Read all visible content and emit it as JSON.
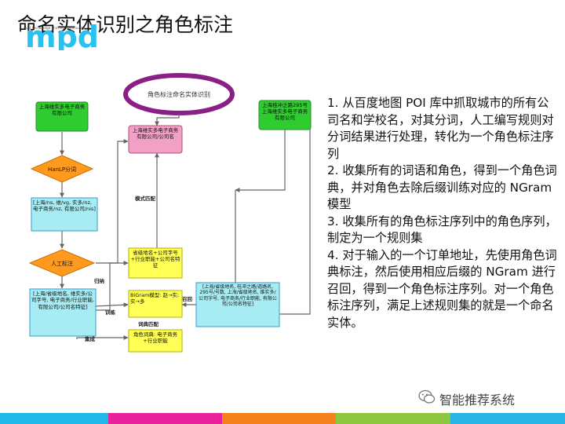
{
  "slide": {
    "title": "命名实体识别之角色标注",
    "logo_text": "mpd",
    "logo_tagline": "mpd knowledge sharing community"
  },
  "diagram": {
    "ellipse_label": "角色标注命名实体识别",
    "box_left_top": "上海维实多电子商务有限公司",
    "decision_1": "HanLP分词",
    "box_tokens": "[上海/ns, 维/vg, 实多/nz, 电子商务/nz, 有限公司/nis]",
    "decision_2": "人工标注",
    "box_roles_left": "[上海/省级地名, 维实多/公司字号, 电子商务/行业职能, 有限公司/公司名特征]",
    "box_mid_top": "上海维实多电子商务有限公司/公司名",
    "box_rule": "省级地名+公司字号+行业职能+公司名特征",
    "box_bigram": "BiGram模型: 赵→实; 实→多",
    "box_dict": "角色词典: 电子商务+行业职能",
    "box_right_top": "上海桂冲之路295号上海维实多电子商务有限公司",
    "box_right_roles": "[上海/省级地名, 桂冲之路/道路名, 295号/号数, 上海/省级地名, 维实多/公司字号, 电子商务/行业职能, 有限公司/公司名特征]",
    "edge_mode_match": "模式匹配",
    "edge_merge": "归纳",
    "edge_train": "训练",
    "edge_recall": "召回",
    "edge_dict_match": "词典匹配",
    "edge_collect": "集成"
  },
  "steps": [
    "1. 从百度地图 POI 库中抓取城市的所有公司名和学校名，对其分词，人工编写规则对分词结果进行处理，转化为一个角色标注序列",
    "2. 收集所有的词语和角色，得到一个角色词典，并对角色去除后缀训练对应的 NGram 模型",
    "3. 收集所有的角色标注序列中的角色序列，制定为一个规则集",
    "4. 对于输入的一个订单地址，先使用角色词典标注，然后使用相应后缀的 NGram 进行召回，得到一个角色标注序列。对一个角色标注序列，满足上述规则集的就是一个命名实体。"
  ],
  "watermark": "智能推荐系统",
  "colors": {
    "green_box": "#2fcc2f",
    "yellow_box": "#ffff55",
    "orange_diamond": "#ff9a1f",
    "cyan_box": "#a7ecf3",
    "pink_box": "#f2a0c4",
    "footer": [
      "#1fb8e8",
      "#e8239c",
      "#ffffff",
      "#f4821f",
      "#8dc63f",
      "#28b4e4"
    ]
  }
}
